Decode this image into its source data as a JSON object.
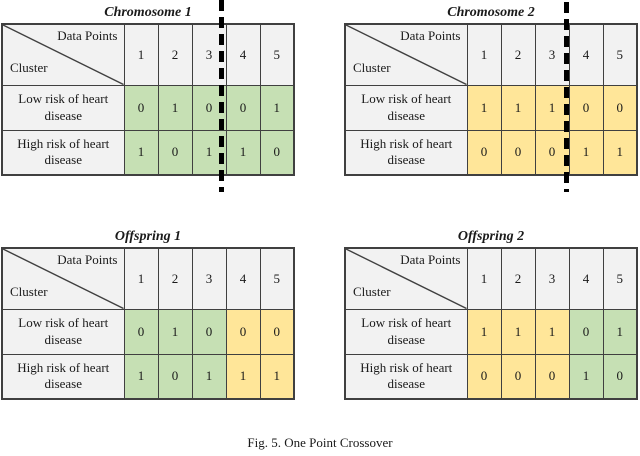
{
  "figure": {
    "caption": "Fig. 5. One Point Crossover"
  },
  "colors": {
    "green": "#c6e0b4",
    "yellow": "#ffe699",
    "cell_bg": "#f2f2f2",
    "border": "#404040",
    "dash": "#000000"
  },
  "header": {
    "corner_top": "Data Points",
    "corner_bottom": "Cluster",
    "data_points": [
      "1",
      "2",
      "3",
      "4",
      "5"
    ]
  },
  "tables": [
    {
      "title": "Chromosome 1",
      "rows": [
        {
          "label": "Low risk of heart disease",
          "cells": [
            {
              "v": "0",
              "c": "green"
            },
            {
              "v": "1",
              "c": "green"
            },
            {
              "v": "0",
              "c": "green"
            },
            {
              "v": "0",
              "c": "green"
            },
            {
              "v": "1",
              "c": "green"
            }
          ]
        },
        {
          "label": "High risk of heart disease",
          "cells": [
            {
              "v": "1",
              "c": "green"
            },
            {
              "v": "0",
              "c": "green"
            },
            {
              "v": "1",
              "c": "green"
            },
            {
              "v": "1",
              "c": "green"
            },
            {
              "v": "0",
              "c": "green"
            }
          ]
        }
      ]
    },
    {
      "title": "Chromosome 2",
      "rows": [
        {
          "label": "Low risk of heart disease",
          "cells": [
            {
              "v": "1",
              "c": "yellow"
            },
            {
              "v": "1",
              "c": "yellow"
            },
            {
              "v": "1",
              "c": "yellow"
            },
            {
              "v": "0",
              "c": "yellow"
            },
            {
              "v": "0",
              "c": "yellow"
            }
          ]
        },
        {
          "label": "High risk of heart disease",
          "cells": [
            {
              "v": "0",
              "c": "yellow"
            },
            {
              "v": "0",
              "c": "yellow"
            },
            {
              "v": "0",
              "c": "yellow"
            },
            {
              "v": "1",
              "c": "yellow"
            },
            {
              "v": "1",
              "c": "yellow"
            }
          ]
        }
      ]
    },
    {
      "title": "Offspring 1",
      "rows": [
        {
          "label": "Low risk of heart disease",
          "cells": [
            {
              "v": "0",
              "c": "green"
            },
            {
              "v": "1",
              "c": "green"
            },
            {
              "v": "0",
              "c": "green"
            },
            {
              "v": "0",
              "c": "yellow"
            },
            {
              "v": "0",
              "c": "yellow"
            }
          ]
        },
        {
          "label": "High risk of heart disease",
          "cells": [
            {
              "v": "1",
              "c": "green"
            },
            {
              "v": "0",
              "c": "green"
            },
            {
              "v": "1",
              "c": "green"
            },
            {
              "v": "1",
              "c": "yellow"
            },
            {
              "v": "1",
              "c": "yellow"
            }
          ]
        }
      ]
    },
    {
      "title": "Offspring 2",
      "rows": [
        {
          "label": "Low risk of heart disease",
          "cells": [
            {
              "v": "1",
              "c": "yellow"
            },
            {
              "v": "1",
              "c": "yellow"
            },
            {
              "v": "1",
              "c": "yellow"
            },
            {
              "v": "0",
              "c": "green"
            },
            {
              "v": "1",
              "c": "green"
            }
          ]
        },
        {
          "label": "High risk of heart disease",
          "cells": [
            {
              "v": "0",
              "c": "yellow"
            },
            {
              "v": "0",
              "c": "yellow"
            },
            {
              "v": "0",
              "c": "yellow"
            },
            {
              "v": "1",
              "c": "green"
            },
            {
              "v": "0",
              "c": "green"
            }
          ]
        }
      ]
    }
  ]
}
